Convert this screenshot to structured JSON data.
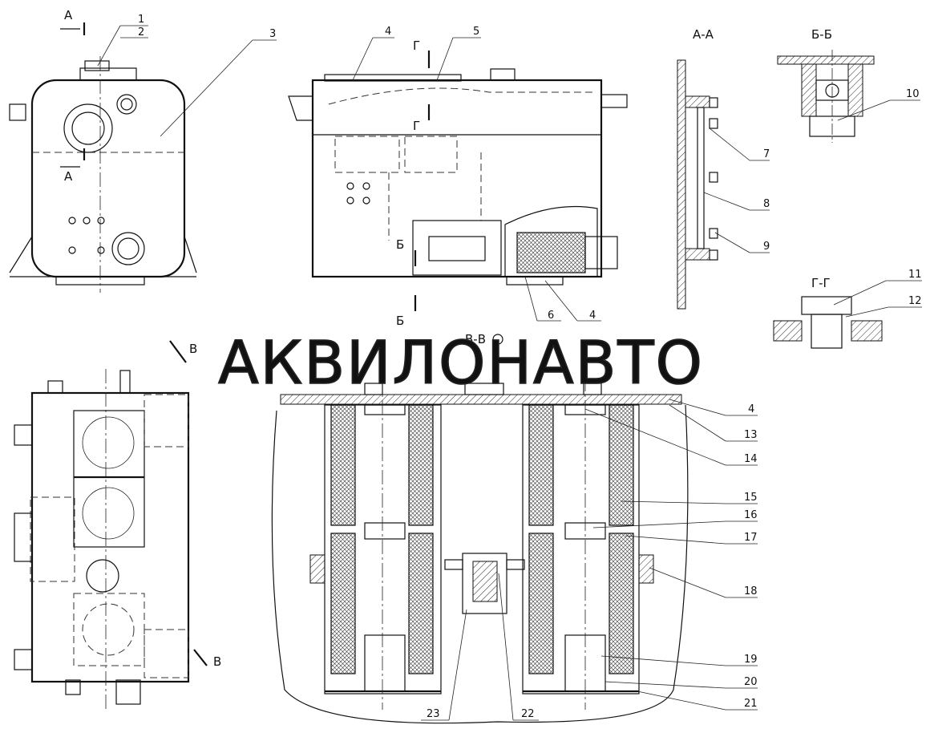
{
  "watermark": "АКВИЛОНАВТО",
  "section_labels": {
    "a_a": "А-А",
    "b_b": "Б-Б",
    "g_g": "Г-Г",
    "v_v": "В-В"
  },
  "cut_marks": {
    "a": "А",
    "b": "Б",
    "g": "Г",
    "v": "В"
  },
  "callouts": [
    "1",
    "2",
    "3",
    "4",
    "5",
    "6",
    "4",
    "7",
    "8",
    "9",
    "10",
    "11",
    "12",
    "4",
    "13",
    "14",
    "15",
    "16",
    "17",
    "18",
    "19",
    "20",
    "21",
    "22",
    "23"
  ],
  "colors": {
    "line": "#111111",
    "background": "#ffffff",
    "watermark": "#222222"
  }
}
